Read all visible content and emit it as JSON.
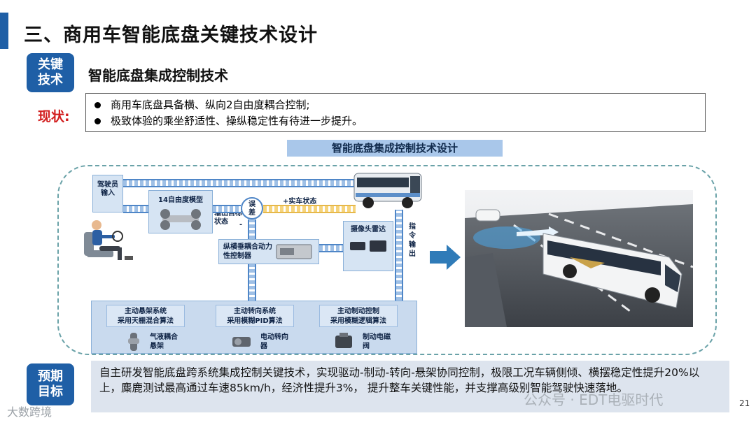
{
  "header": {
    "title": "三、商用车智能底盘关键技术设计"
  },
  "key_tech": {
    "badge": [
      "关键",
      "技术"
    ],
    "title": "智能底盘集成控制技术"
  },
  "status": {
    "label": "现状:",
    "bullets": [
      "商用车底盘具备横、纵向2自由度耦合控制;",
      "极致体验的乘坐舒适性、操纵稳定性有待进一步提升。"
    ]
  },
  "diagram": {
    "title": "智能底盘集成控制技术设计",
    "driver_input": "驾驶员输入",
    "model": "14自由度模型",
    "output_target": "输出目标状态",
    "error": "误差",
    "actual_state": "+实车状态",
    "minus": "-",
    "camera_radar": "摄像头雷达",
    "command_output": "指令输出",
    "controller": "纵横垂耦合动力性控制器",
    "subsystems": [
      {
        "name": "主动悬架系统",
        "method": "采用天棚混合算法",
        "part": "气液耦合悬架"
      },
      {
        "name": "主动转向系统",
        "method": "采用模糊PID算法",
        "part": "电动转向器"
      },
      {
        "name": "主动制动控制",
        "method": "采用模糊逻辑算法",
        "part": "制动电磁阀"
      }
    ]
  },
  "goal": {
    "badge": [
      "预期",
      "目标"
    ],
    "text": "自主研发智能底盘跨系统集成控制关键技术，实现驱动-制动-转向-悬架协同控制，极限工况车辆侧倾、横摆稳定性提升20%以上，麋鹿测试最高通过车速85km/h，经济性提升3%， 提升整车关键性能，并支撑高级别智能驾驶快速落地。"
  },
  "page_number": "21",
  "watermarks": {
    "left": "大数跨境",
    "right": "公众号 · EDT电驱时代"
  },
  "colors": {
    "accent": "#1f5fa6",
    "status_red": "#d21e1e",
    "goal_bg": "#dde4ee",
    "diagram_title_bg": "#a9c7ea"
  }
}
